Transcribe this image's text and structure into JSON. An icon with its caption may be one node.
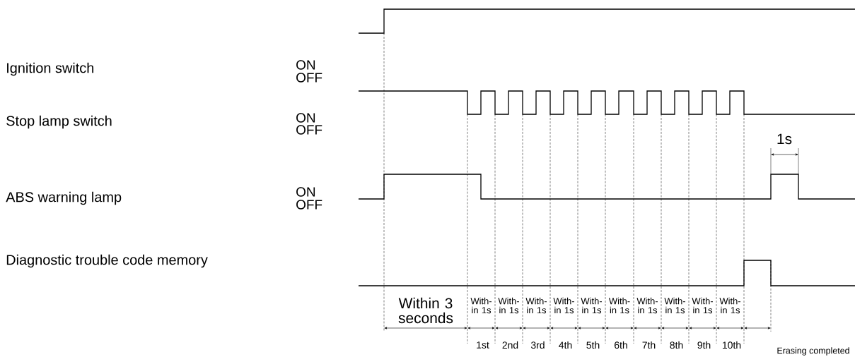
{
  "diagram": {
    "labels": [
      "Ignition switch",
      "ON",
      "OFF",
      "Stop lamp switch",
      "ON",
      "OFF",
      "1s",
      "ABS warning lamp",
      "ON",
      "OFF",
      "Diagnostic trouble code memory",
      "Within 3 seconds",
      "With- in 1s",
      "With- in 1s",
      "With- in 1s",
      "With- in 1s",
      "With- in 1s",
      "With- in 1s",
      "With- in 1s",
      "With- in 1s",
      "With- in 1s",
      "With- in 1s",
      "1st",
      "2nd",
      "3rd",
      "4th",
      "5th",
      "6th",
      "7th",
      "8th",
      "9th",
      "10th",
      "Erasing completed"
    ]
  }
}
